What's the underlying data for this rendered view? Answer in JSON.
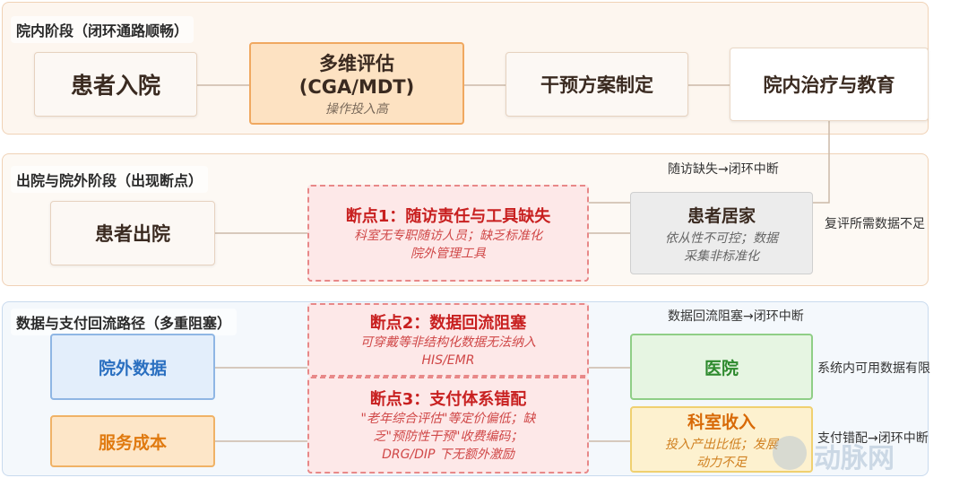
{
  "stage1": {
    "title": "院内阶段（闭环通路顺畅）",
    "admit": "患者入院",
    "assess": {
      "line1": "多维评估",
      "line2": "(CGA/MDT)",
      "note": "操作投入高"
    },
    "plan": "干预方案制定",
    "treat": "院内治疗与教育"
  },
  "stage2": {
    "title": "出院与院外阶段（出现断点）",
    "discharge": "患者出院",
    "bp1": {
      "title": "断点1：随访责任与工具缺失",
      "desc1": "科室无专职随访人员；缺乏标准化",
      "desc2": "院外管理工具"
    },
    "home": {
      "title": "患者居家",
      "desc1": "依从性不可控；数据",
      "desc2": "采集非标准化"
    },
    "note_followup": "随访缺失→闭环中断",
    "note_review": "复评所需数据不足"
  },
  "stage3": {
    "title": "数据与支付回流路径（多重阻塞）",
    "outdata": "院外数据",
    "cost": "服务成本",
    "bp2": {
      "title": "断点2：数据回流阻塞",
      "desc1": "可穿戴等非结构化数据无法纳入",
      "desc2": "HIS/EMR"
    },
    "bp3": {
      "title": "断点3：支付体系错配",
      "desc1": "\"老年综合评估\"等定价偏低；缺",
      "desc2": "乏\"预防性干预\"收费编码；",
      "desc3": "DRG/DIP 下无额外激励"
    },
    "hospital": "医院",
    "income": {
      "title": "科室收入",
      "desc1": "投入产出比低；发展",
      "desc2": "动力不足"
    },
    "note_dataflow": "数据回流阻塞→闭环中断",
    "note_system": "系统内可用数据有限",
    "note_pay": "支付错配→闭环中断"
  },
  "watermark": "动脉网",
  "colors": {
    "breakpoint_red": "#c82020",
    "outdata_blue": "#2a6fc0",
    "hospital_green": "#2e8a2e",
    "cost_orange": "#e07a10"
  }
}
